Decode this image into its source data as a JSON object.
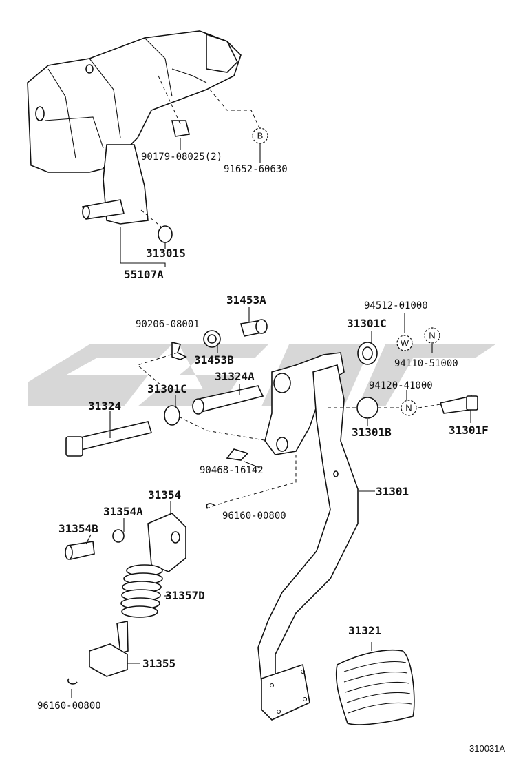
{
  "symbols": {
    "B": "B",
    "W": "W",
    "N1": "N",
    "N2": "N"
  },
  "labels": {
    "l_90179": "90179-08025(2)",
    "l_91652": "91652-60630",
    "l_31301S": "31301S",
    "l_55107A": "55107A",
    "l_31453A": "31453A",
    "l_90206": "90206-08001",
    "l_31453B": "31453B",
    "l_31324A": "31324A",
    "l_31301C_left": "31301C",
    "l_31324": "31324",
    "l_90468": "90468-16142",
    "l_31354": "31354",
    "l_31354A": "31354A",
    "l_31354B": "31354B",
    "l_96160_a": "96160-00800",
    "l_31357D": "31357D",
    "l_31355": "31355",
    "l_96160_b": "96160-00800",
    "l_94512": "94512-01000",
    "l_31301C_right": "31301C",
    "l_94110": "94110-51000",
    "l_94120": "94120-41000",
    "l_31301B": "31301B",
    "l_31301F": "31301F",
    "l_31301": "31301",
    "l_31321": "31321"
  },
  "diagram_code": "310031A"
}
